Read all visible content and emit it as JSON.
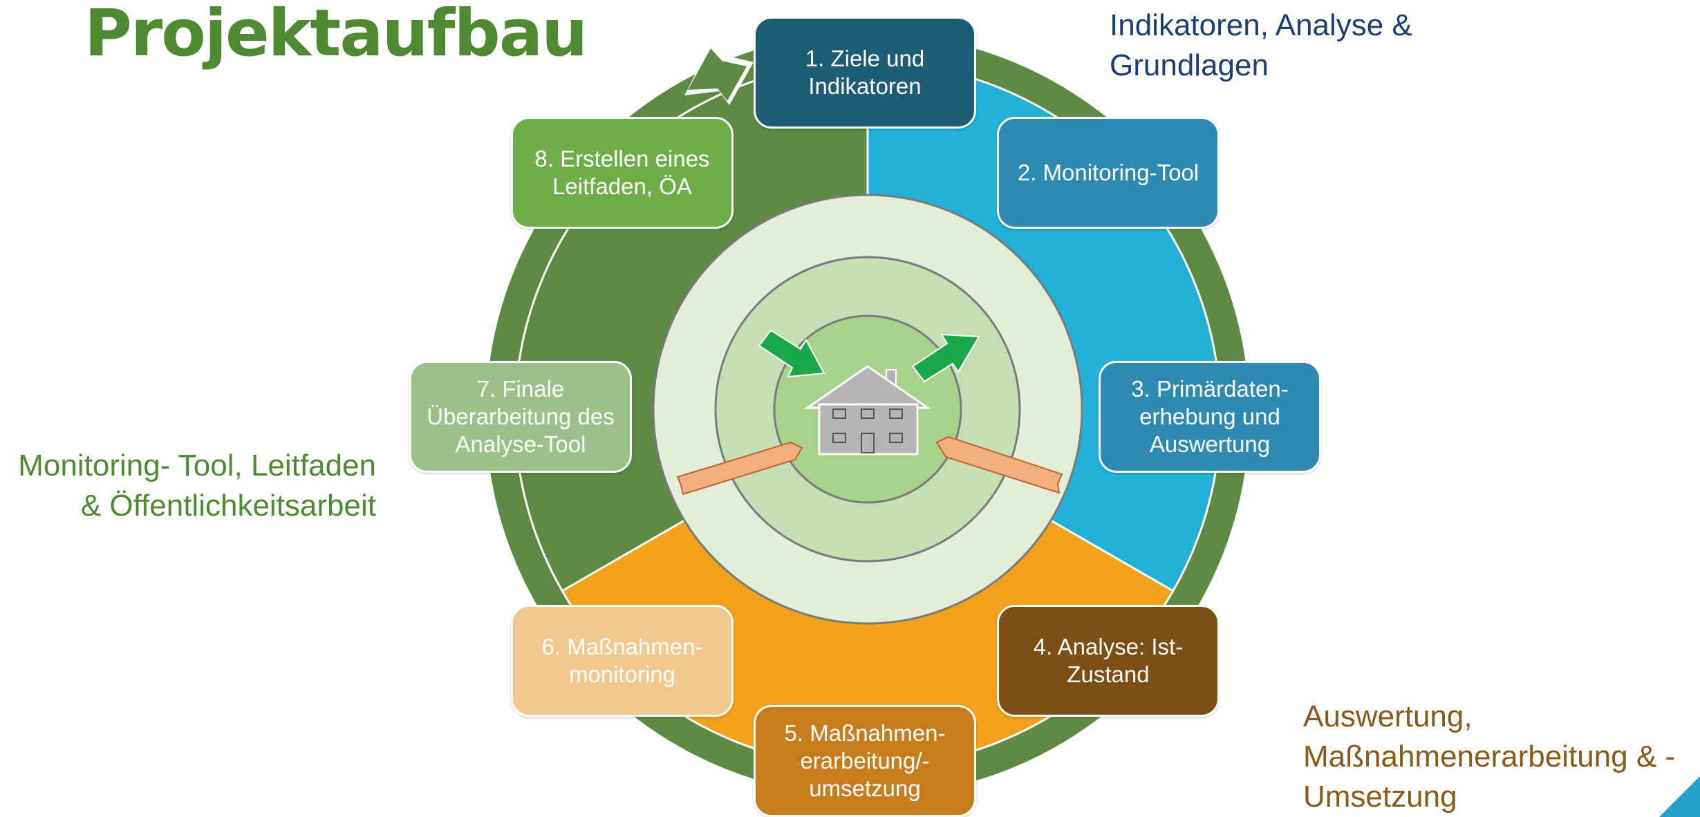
{
  "title": "Projektaufbau",
  "phase_labels": {
    "top": "Indikatoren, Analyse &\nGrundlagen",
    "left": "Monitoring- Tool, Leitfaden\n& Öffentlichkeitsarbeit",
    "bottom": "Auswertung,\nMaßnahmenerarbeitung & -\nUmsetzung"
  },
  "steps": [
    {
      "label": "1. Ziele und\nIndikatoren",
      "color": "#1e5c73"
    },
    {
      "label": "2. Monitoring-Tool",
      "color": "#2e8ab0"
    },
    {
      "label": "3. Primärdaten-\nerhebung und\nAuswertung",
      "color": "#2e8ab0"
    },
    {
      "label": "4. Analyse: Ist-\nZustand",
      "color": "#7b4e16"
    },
    {
      "label": "5. Maßnahmen-\nerarbeitung/-\numsetzung",
      "color": "#c67d1e"
    },
    {
      "label": "6. Maßnahmen-\nmonitoring",
      "color": "#f0c890"
    },
    {
      "label": "7. Finale\nÜberarbeitung des\nAnalyse-Tool",
      "color": "#9cc08a"
    },
    {
      "label": "8. Erstellen eines\nLeitfaden, ÖA",
      "color": "#6fad48"
    }
  ],
  "colors": {
    "title_green": "#4f8a33",
    "outer_ring": "#5f8a45",
    "segment_blue": "#22b0d6",
    "segment_orange": "#f1a21a",
    "segment_green": "#5f8a45",
    "inner_ring_1": "#e2eed9",
    "inner_ring_2": "#c4dfb4",
    "inner_ring_3": "#a8d28c",
    "arrow_green": "#1aa84a",
    "arrow_salmon": "#f4ad7e",
    "house": "#b5b5b5"
  }
}
